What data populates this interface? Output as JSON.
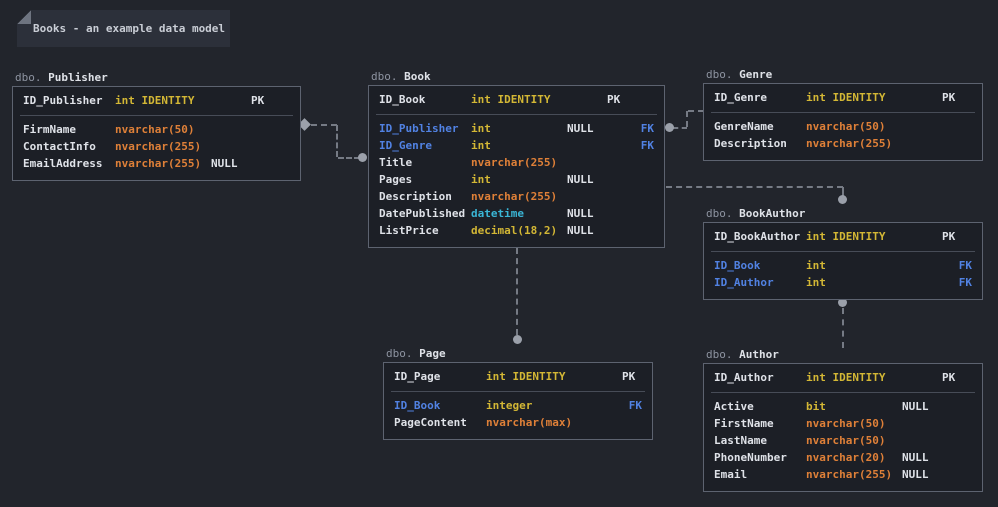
{
  "note": {
    "text": "Books - an example data model"
  },
  "colors": {
    "canvas-bg": "#22252c",
    "note-bg": "#2c303a",
    "note-fold": "#6e7480",
    "note-text": "#c9cdd5",
    "table-bg": "#1c1f26",
    "table-border": "#5d6370",
    "row-separator": "#474c57",
    "schema-muted": "#8d93a0",
    "column-text": "#dfe2e8",
    "type-numeric": "#d3b735",
    "type-string": "#df8038",
    "type-datetime": "#3ab5d5",
    "foreign-key": "#5182e3",
    "connector-line": "#767b85",
    "connector-dot": "#9ba0aa"
  },
  "tables": [
    {
      "id": "publisher",
      "schema": "dbo.",
      "name": "Publisher",
      "pk_row": {
        "name": "ID_Publisher",
        "type": "int IDENTITY",
        "nullable": "",
        "key": "PK"
      },
      "rows": [
        {
          "name": "FirmName",
          "type": "nvarchar(50)",
          "nullable": "",
          "key": ""
        },
        {
          "name": "ContactInfo",
          "type": "nvarchar(255)",
          "nullable": "",
          "key": ""
        },
        {
          "name": "EmailAddress",
          "type": "nvarchar(255)",
          "nullable": "NULL",
          "key": ""
        }
      ]
    },
    {
      "id": "book",
      "schema": "dbo.",
      "name": "Book",
      "pk_row": {
        "name": "ID_Book",
        "type": "int IDENTITY",
        "nullable": "",
        "key": "PK"
      },
      "rows": [
        {
          "name": "ID_Publisher",
          "type": "int",
          "nullable": "NULL",
          "key": "FK"
        },
        {
          "name": "ID_Genre",
          "type": "int",
          "nullable": "",
          "key": "FK"
        },
        {
          "name": "Title",
          "type": "nvarchar(255)",
          "nullable": "",
          "key": ""
        },
        {
          "name": "Pages",
          "type": "int",
          "nullable": "NULL",
          "key": ""
        },
        {
          "name": "Description",
          "type": "nvarchar(255)",
          "nullable": "",
          "key": ""
        },
        {
          "name": "DatePublished",
          "type": "datetime",
          "nullable": "NULL",
          "key": ""
        },
        {
          "name": "ListPrice",
          "type": "decimal(18,2)",
          "nullable": "NULL",
          "key": ""
        }
      ]
    },
    {
      "id": "genre",
      "schema": "dbo.",
      "name": "Genre",
      "pk_row": {
        "name": "ID_Genre",
        "type": "int IDENTITY",
        "nullable": "",
        "key": "PK"
      },
      "rows": [
        {
          "name": "GenreName",
          "type": "nvarchar(50)",
          "nullable": "",
          "key": ""
        },
        {
          "name": "Description",
          "type": "nvarchar(255)",
          "nullable": "",
          "key": ""
        }
      ]
    },
    {
      "id": "bookauthor",
      "schema": "dbo.",
      "name": "BookAuthor",
      "pk_row": {
        "name": "ID_BookAuthor",
        "type": "int IDENTITY",
        "nullable": "",
        "key": "PK"
      },
      "rows": [
        {
          "name": "ID_Book",
          "type": "int",
          "nullable": "",
          "key": "FK"
        },
        {
          "name": "ID_Author",
          "type": "int",
          "nullable": "",
          "key": "FK"
        }
      ]
    },
    {
      "id": "page",
      "schema": "dbo.",
      "name": "Page",
      "pk_row": {
        "name": "ID_Page",
        "type": "int IDENTITY",
        "nullable": "",
        "key": "PK"
      },
      "rows": [
        {
          "name": "ID_Book",
          "type": "integer",
          "nullable": "",
          "key": "FK"
        },
        {
          "name": "PageContent",
          "type": "nvarchar(max)",
          "nullable": "",
          "key": ""
        }
      ]
    },
    {
      "id": "author",
      "schema": "dbo.",
      "name": "Author",
      "pk_row": {
        "name": "ID_Author",
        "type": "int IDENTITY",
        "nullable": "",
        "key": "PK"
      },
      "rows": [
        {
          "name": "Active",
          "type": "bit",
          "nullable": "NULL",
          "key": ""
        },
        {
          "name": "FirstName",
          "type": "nvarchar(50)",
          "nullable": "",
          "key": ""
        },
        {
          "name": "LastName",
          "type": "nvarchar(50)",
          "nullable": "",
          "key": ""
        },
        {
          "name": "PhoneNumber",
          "type": "nvarchar(20)",
          "nullable": "NULL",
          "key": ""
        },
        {
          "name": "Email",
          "type": "nvarchar(255)",
          "nullable": "NULL",
          "key": ""
        }
      ]
    }
  ]
}
